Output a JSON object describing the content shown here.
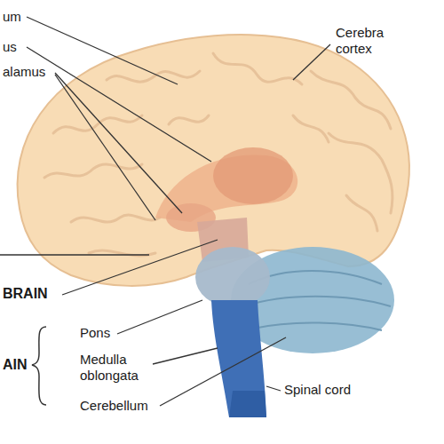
{
  "diagram": {
    "labels": [
      "um",
      "us",
      "alamus",
      "Cerebra cortex",
      "BRAIN",
      "Pons",
      "AIN",
      "Medulla oblongata",
      "Cerebellum",
      "Spinal cord"
    ]
  }
}
